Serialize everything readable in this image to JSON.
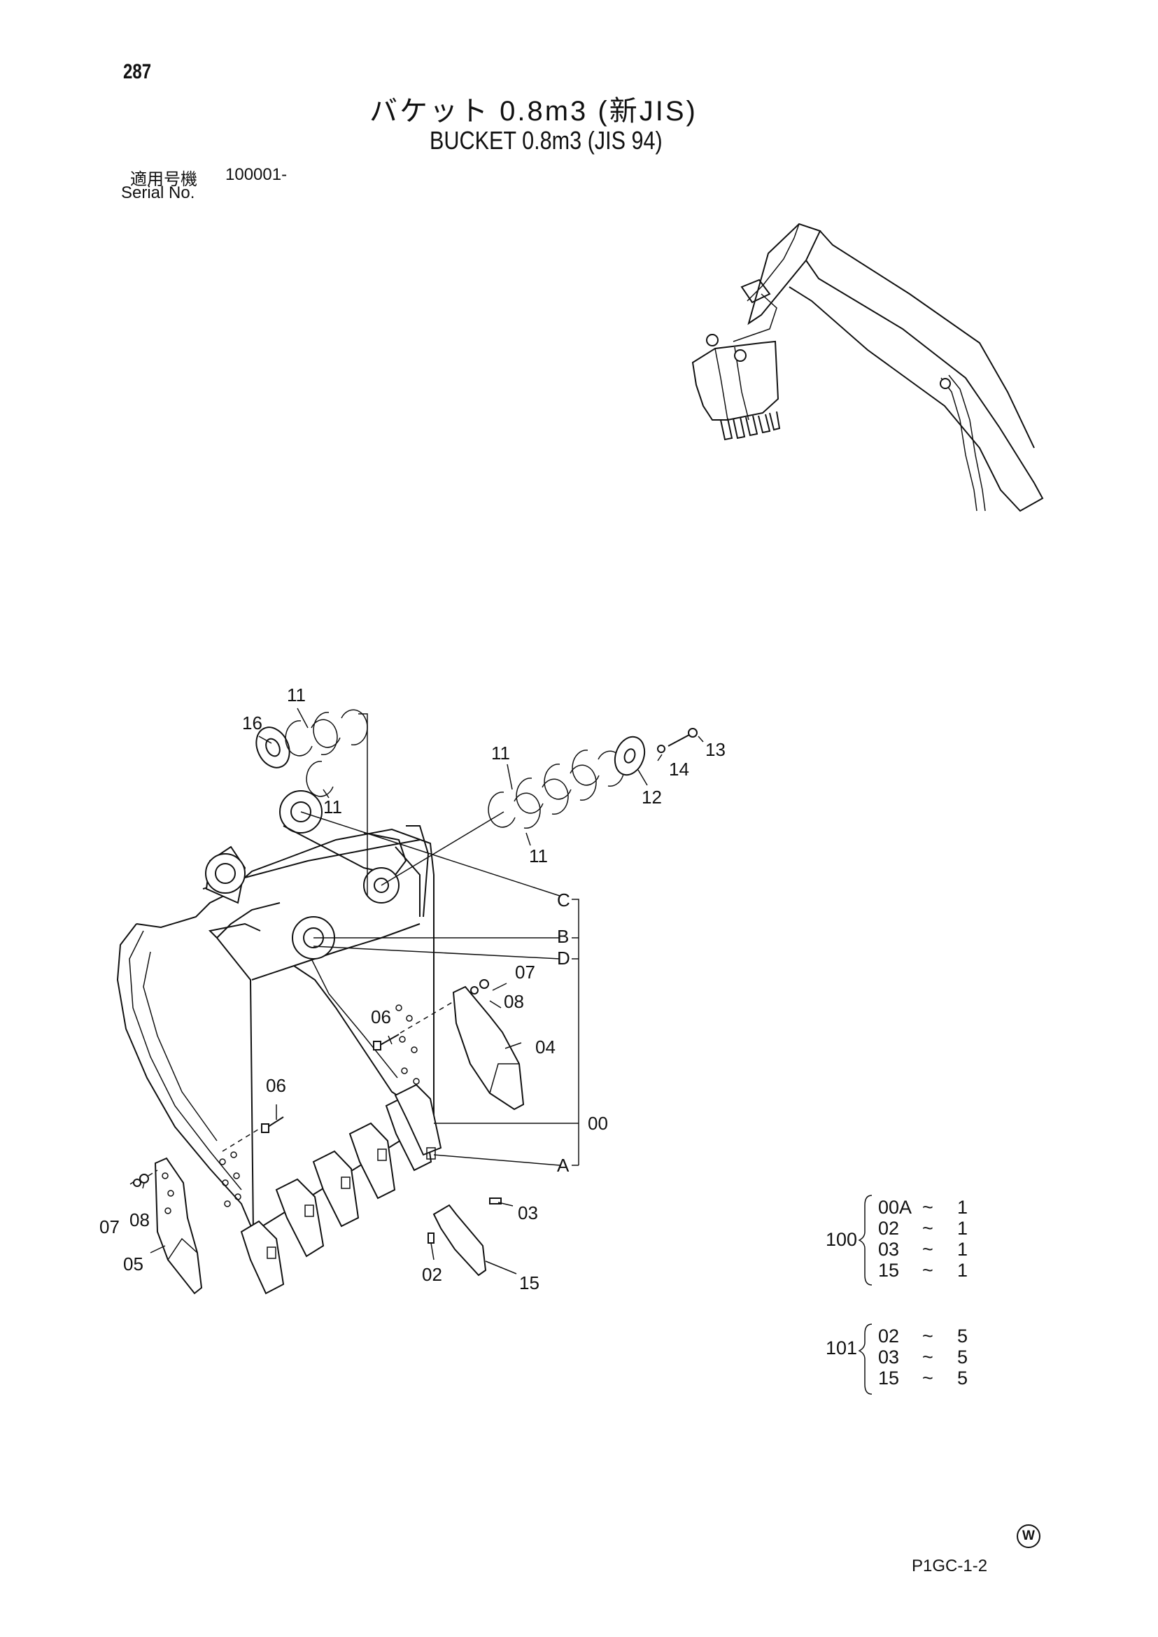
{
  "page_number": "287",
  "title_jp": "バケット 0.8m3 (新JIS)",
  "title_en": "BUCKET 0.8m3 (JIS 94)",
  "serial": {
    "label_jp": "適用号機",
    "value": "100001-",
    "label_en": "Serial No."
  },
  "page_code": "P1GC-1-2",
  "w_mark": "W",
  "callouts": [
    {
      "id": "11a",
      "text": "11"
    },
    {
      "id": "16",
      "text": "16"
    },
    {
      "id": "11b",
      "text": "11"
    },
    {
      "id": "11c",
      "text": "11"
    },
    {
      "id": "11d",
      "text": "11"
    },
    {
      "id": "12",
      "text": "12"
    },
    {
      "id": "13",
      "text": "13"
    },
    {
      "id": "14",
      "text": "14"
    },
    {
      "id": "C",
      "text": "C"
    },
    {
      "id": "B",
      "text": "B"
    },
    {
      "id": "D",
      "text": "D"
    },
    {
      "id": "07a",
      "text": "07"
    },
    {
      "id": "08a",
      "text": "08"
    },
    {
      "id": "06a",
      "text": "06"
    },
    {
      "id": "04",
      "text": "04"
    },
    {
      "id": "06b",
      "text": "06"
    },
    {
      "id": "00",
      "text": "00"
    },
    {
      "id": "A",
      "text": "A"
    },
    {
      "id": "03",
      "text": "03"
    },
    {
      "id": "07b",
      "text": "07"
    },
    {
      "id": "08b",
      "text": "08"
    },
    {
      "id": "05",
      "text": "05"
    },
    {
      "id": "02",
      "text": "02"
    },
    {
      "id": "15",
      "text": "15"
    }
  ],
  "groups": [
    {
      "id": "100",
      "rows": [
        {
          "part": "00A",
          "sep": "~",
          "qty": "1"
        },
        {
          "part": "02",
          "sep": "~",
          "qty": "1"
        },
        {
          "part": "03",
          "sep": "~",
          "qty": "1"
        },
        {
          "part": "15",
          "sep": "~",
          "qty": "1"
        }
      ]
    },
    {
      "id": "101",
      "rows": [
        {
          "part": "02",
          "sep": "~",
          "qty": "5"
        },
        {
          "part": "03",
          "sep": "~",
          "qty": "5"
        },
        {
          "part": "15",
          "sep": "~",
          "qty": "5"
        }
      ]
    }
  ]
}
